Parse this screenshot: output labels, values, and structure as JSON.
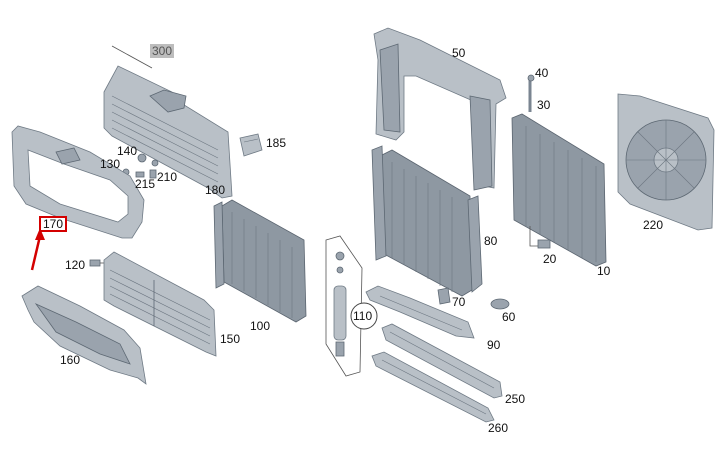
{
  "labels": {
    "p300": "300",
    "p50": "50",
    "p40": "40",
    "p30": "30",
    "p185": "185",
    "p140": "140",
    "p130": "130",
    "p215": "215",
    "p210": "210",
    "p180": "180",
    "p170": "170",
    "p220": "220",
    "p80": "80",
    "p20": "20",
    "p10": "10",
    "p120": "120",
    "p100": "100",
    "p150": "150",
    "p160": "160",
    "p110": "110",
    "p70": "70",
    "p60": "60",
    "p90": "90",
    "p250": "250",
    "p260": "260"
  },
  "highlight": {
    "part": "170",
    "color": "#d40000"
  }
}
